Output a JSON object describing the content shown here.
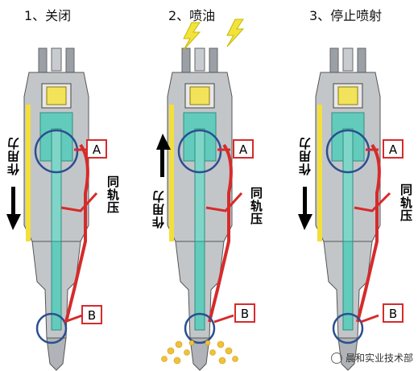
{
  "panels": [
    {
      "title": "1、关闭",
      "force_label": "作用力",
      "pressure_label": "同轨压",
      "marker_a": "A",
      "marker_b": "B"
    },
    {
      "title": "2、喷油",
      "force_label": "作用力",
      "pressure_label": "同轨压",
      "marker_a": "A",
      "marker_b": "B"
    },
    {
      "title": "3、停止喷射",
      "force_label": "作用力",
      "pressure_label": "同轨压",
      "marker_a": "A",
      "marker_b": "B"
    }
  ],
  "watermark": "晨和实业技术部",
  "colors": {
    "body": "#b7babd",
    "teal": "#5cc8b8",
    "yellow": "#f3df3a",
    "red": "#d62b2b",
    "circle": "#2b4f8f",
    "spray": "#f0c23a"
  }
}
